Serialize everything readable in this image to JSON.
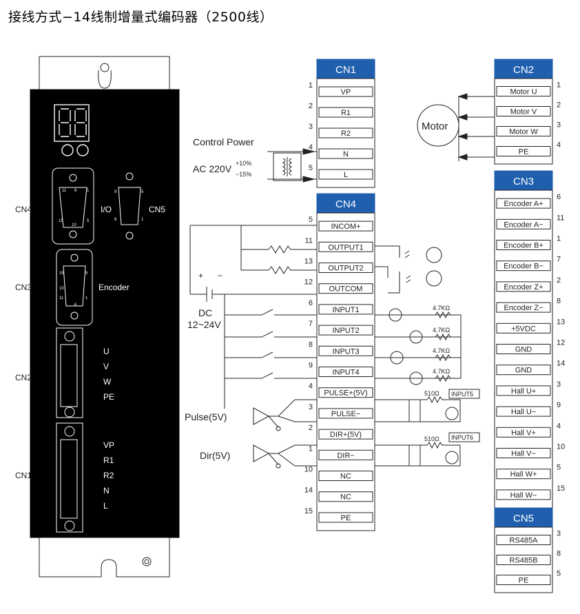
{
  "title": "接线方式−14线制增量式编码器（2500线）",
  "colors": {
    "accent": "#1f5fae",
    "line": "#222222",
    "title": "#1f5fae"
  },
  "drive": {
    "ports_left": [
      "CN4",
      "CN3",
      "CN2",
      "CN1"
    ],
    "io_label": "I/O",
    "cn5_label": "CN5",
    "encoder_label": "Encoder",
    "cn4_pins": [
      "11",
      "6",
      "1",
      "15",
      "10",
      "5"
    ],
    "cn5_pins": [
      "9",
      "5",
      "6",
      "1"
    ],
    "cn3_pins": [
      "15",
      "10",
      "5",
      "11",
      "6",
      "1"
    ],
    "cn2_terminals": [
      "U",
      "V",
      "W",
      "PE"
    ],
    "cn1_terminals": [
      "VP",
      "R1",
      "R2",
      "N",
      "L"
    ]
  },
  "cn1": {
    "header": "CN1",
    "rows": [
      {
        "num": "1",
        "label": "VP"
      },
      {
        "num": "2",
        "label": "R1"
      },
      {
        "num": "3",
        "label": "R2"
      },
      {
        "num": "4",
        "label": "N"
      },
      {
        "num": "5",
        "label": "L"
      }
    ]
  },
  "cn4": {
    "header": "CN4",
    "rows": [
      {
        "num": "5",
        "label": "INCOM+"
      },
      {
        "num": "11",
        "label": "OUTPUT1"
      },
      {
        "num": "13",
        "label": "OUTPUT2"
      },
      {
        "num": "12",
        "label": "OUTCOM"
      },
      {
        "num": "6",
        "label": "INPUT1"
      },
      {
        "num": "7",
        "label": "INPUT2"
      },
      {
        "num": "8",
        "label": "INPUT3"
      },
      {
        "num": "9",
        "label": "INPUT4"
      },
      {
        "num": "4",
        "label": "PULSE+(5V)"
      },
      {
        "num": "3",
        "label": "PULSE−"
      },
      {
        "num": "2",
        "label": "DIR+(5V)"
      },
      {
        "num": "1",
        "label": "DIR−"
      },
      {
        "num": "10",
        "label": "NC"
      },
      {
        "num": "14",
        "label": "NC"
      },
      {
        "num": "15",
        "label": "PE"
      }
    ]
  },
  "cn2": {
    "header": "CN2",
    "rows": [
      {
        "num": "1",
        "label": "Motor U"
      },
      {
        "num": "2",
        "label": "Motor V"
      },
      {
        "num": "3",
        "label": "Motor W"
      },
      {
        "num": "4",
        "label": "PE"
      }
    ]
  },
  "cn3": {
    "header": "CN3",
    "rows": [
      {
        "num": "6",
        "label": "Encoder A+"
      },
      {
        "num": "11",
        "label": "Encoder A−"
      },
      {
        "num": "1",
        "label": "Encoder B+"
      },
      {
        "num": "7",
        "label": "Encoder B−"
      },
      {
        "num": "2",
        "label": "Encoder Z+"
      },
      {
        "num": "8",
        "label": "Encoder Z−"
      },
      {
        "num": "13",
        "label": "+5VDC"
      },
      {
        "num": "12",
        "label": "GND"
      },
      {
        "num": "14",
        "label": "GND"
      },
      {
        "num": "3",
        "label": "Hall U+"
      },
      {
        "num": "9",
        "label": "Hall U−"
      },
      {
        "num": "4",
        "label": "Hall V+"
      },
      {
        "num": "10",
        "label": "Hall V−"
      },
      {
        "num": "5",
        "label": "Hall W+"
      },
      {
        "num": "15",
        "label": "Hall W−"
      }
    ]
  },
  "cn5": {
    "header": "CN5",
    "rows": [
      {
        "num": "3",
        "label": "RS485A"
      },
      {
        "num": "8",
        "label": "RS485B"
      },
      {
        "num": "5",
        "label": "PE"
      }
    ]
  },
  "labels": {
    "control_power": "Control Power",
    "ac": "AC 220V",
    "ac_plus": "+10%",
    "ac_minus": "−15%",
    "motor": "Motor",
    "dc": "DC",
    "dc_range": "12~24V",
    "plus": "+",
    "minus": "−",
    "pulse": "Pulse(5V)",
    "dir": "Dir(5V)",
    "res_47k": "4.7KΩ",
    "res_510": "510Ω",
    "input5": "INPUT5",
    "input6": "INPUT6"
  }
}
